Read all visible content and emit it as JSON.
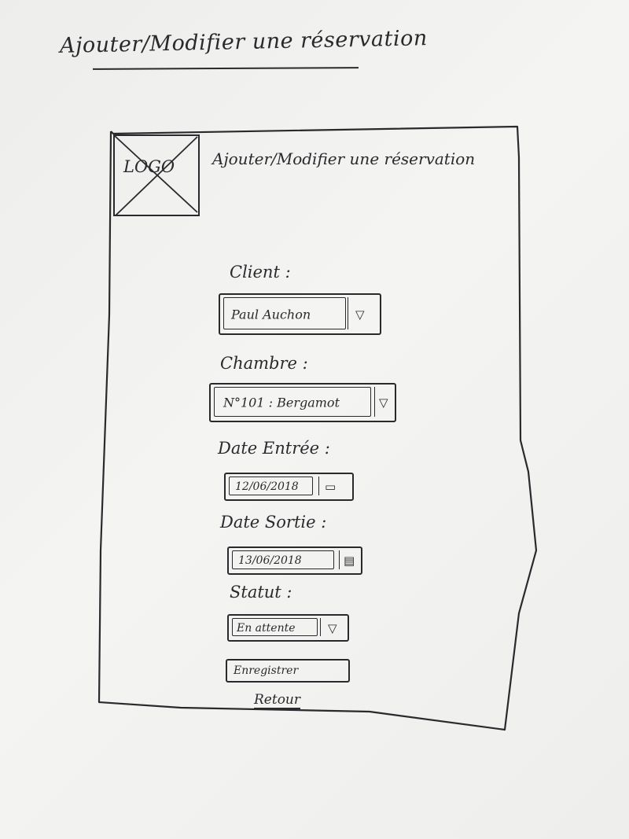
{
  "sheet": {
    "title": "Ajouter/Modifier une réservation"
  },
  "app": {
    "logo_text": "LOGO",
    "title": "Ajouter/Modifier une réservation"
  },
  "form": {
    "client": {
      "label": "Client :",
      "value": "Paul Auchon",
      "icon": "chevron-down-icon"
    },
    "chambre": {
      "label": "Chambre :",
      "value": "N°101 : Bergamot",
      "icon": "chevron-down-icon"
    },
    "date_entree": {
      "label": "Date Entrée :",
      "value": "12/06/2018",
      "icon": "calendar-icon"
    },
    "date_sortie": {
      "label": "Date Sortie :",
      "value": "13/06/2018",
      "icon": "calendar-icon"
    },
    "statut": {
      "label": "Statut :",
      "value": "En attente",
      "icon": "chevron-down-icon"
    },
    "save_label": "Enregistrer",
    "back_label": "Retour"
  }
}
